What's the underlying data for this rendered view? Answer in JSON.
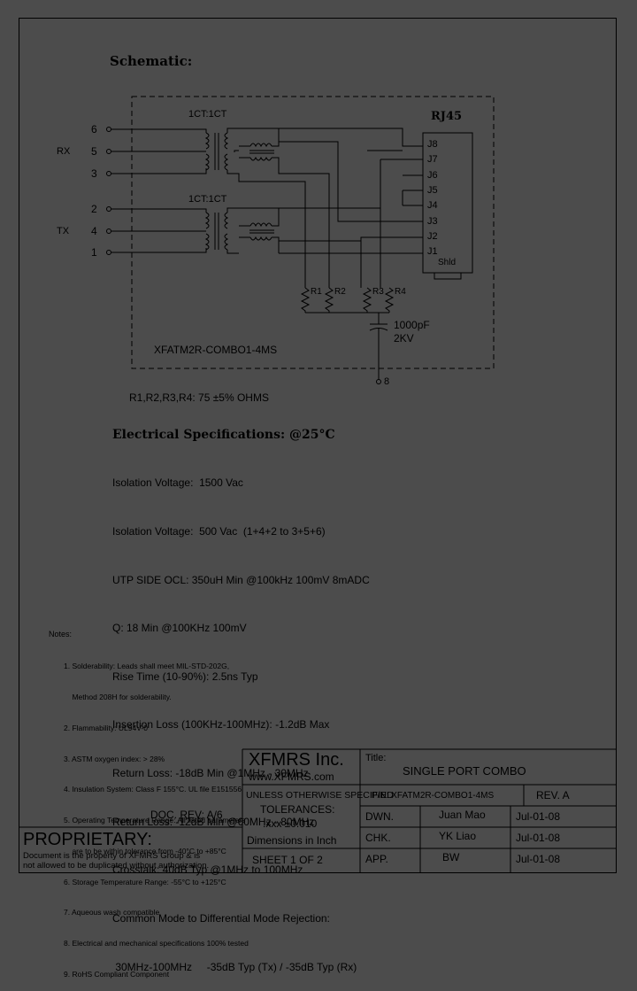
{
  "schematic": {
    "heading": "Schematic:",
    "xfmr_top_label": "1CT:1CT",
    "xfmr_bottom_label": "1CT:1CT",
    "rx_label": "RX",
    "tx_label": "TX",
    "pins_left": [
      "6",
      "5",
      "3",
      "2",
      "4",
      "1"
    ],
    "connector_title": "RJ45",
    "connector_pins": [
      "J8",
      "J7",
      "J6",
      "J5",
      "J4",
      "J3",
      "J2",
      "J1"
    ],
    "shield_label": "Shld",
    "resistors": [
      "R1",
      "R2",
      "R3",
      "R4"
    ],
    "cap_value": "1000pF",
    "cap_voltage": "2KV",
    "ground_pin": "8",
    "part_label": "XFATM2R-COMBO1-4MS",
    "resistor_note": "R1,R2,R3,R4: 75  ±5% OHMS"
  },
  "electrical": {
    "heading": "Electrical   Specifications: @25°C",
    "lines": [
      "Isolation Voltage:  1500 Vac",
      "Isolation Voltage:  500 Vac  (1+4+2 to 3+5+6)",
      "UTP SIDE OCL: 350uH Min @100kHz 100mV 8mADC",
      "Q: 18 Min @100KHz 100mV",
      "Rise Time (10-90%): 2.5ns Typ",
      "Insertion Loss (100KHz-100MHz): -1.2dB Max",
      "Return Loss: -18dB Min @1MHz - 30MHz",
      "Return Loss: -12dB Min @60MHz - 80MHz",
      "Crosstalk: 40dB Typ @1MHz to 100MHz",
      "Common Mode to Differential Mode Rejection:",
      " 30MHz-100MHz     -35dB Typ (Tx) / -35dB Typ (Rx)"
    ]
  },
  "notes": {
    "heading": "Notes:",
    "items": [
      "1. Solderability: Leads shall meet MIL-STD-202G,",
      "    Method 208H for solderability.",
      "2. Flammability: UL94V-0",
      "3. ASTM oxygen index: > 28%",
      "4. Insulation System: Class F 155°C. UL file E151556",
      "5. Operating Temperature Range: All listed parameters",
      "    are to be within tolerance from -40°C to +85°C",
      "6. Storage Temperature Range: -55°C to +125°C",
      "7. Aqueous wash compatible",
      "8. Electrical and mechanical specifications 100% tested",
      "9. RoHS Compliant Component"
    ]
  },
  "title_block": {
    "doc_rev": "DOC. REV: A/6",
    "proprietary": "PROPRIETARY:",
    "proprietary_text_1": "Document is the property of XFMRS Group & is",
    "proprietary_text_2": "not allowed to be duplicated without authorization.",
    "company": "XFMRS Inc.",
    "website": "www.XFMRS.com",
    "title_label": "Title:",
    "title_value": "SINGLE PORT COMBO",
    "unless": "UNLESS OTHERWISE SPECIFIED",
    "tolerances": "TOLERANCES:",
    "tolerance_value": ".xxx ±0.010",
    "dimensions": "Dimensions in Inch",
    "sheet": "SHEET  1  OF  2",
    "pn": "P/N: XFATM2R-COMBO1-4MS",
    "rev": "REV. A",
    "rows": [
      {
        "role": "DWN.",
        "name": "Juan Mao",
        "date": "Jul-01-08"
      },
      {
        "role": "CHK.",
        "name": "YK Liao",
        "date": "Jul-01-08"
      },
      {
        "role": "APP.",
        "name": "BW",
        "date": "Jul-01-08"
      }
    ]
  }
}
